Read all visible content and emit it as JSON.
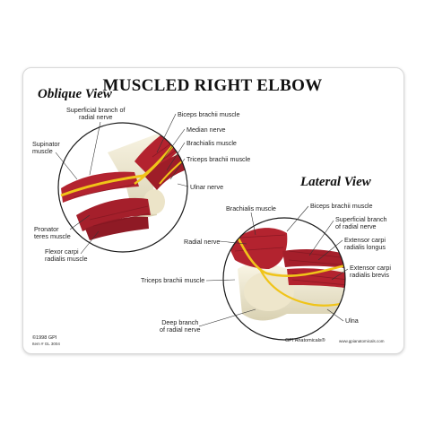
{
  "title": "MUSCLED RIGHT ELBOW",
  "oblique": {
    "heading": "Oblique View",
    "labels": {
      "superficial_branch": "Superficial branch of\nradial nerve",
      "biceps": "Biceps brachii muscle",
      "median_nerve": "Median nerve",
      "brachialis": "Brachialis muscle",
      "triceps": "Triceps brachii muscle",
      "supinator": "Supinator\nmuscle",
      "ulnar_nerve": "Ulnar nerve",
      "pronator": "Pronator\nteres muscle",
      "flexor": "Flexor carpi\nradialis muscle"
    }
  },
  "lateral": {
    "heading": "Lateral View",
    "labels": {
      "brachialis": "Brachialis muscle",
      "biceps": "Biceps brachii muscle",
      "superficial_branch": "Superficial branch\nof radial nerve",
      "radial_nerve": "Radial nerve",
      "ext_longus": "Extensor carpi\nradialis longus",
      "ext_brevis": "Extensor carpi\nradialis brevis",
      "triceps": "Triceps brachii muscle",
      "deep_branch": "Deep branch\nof radial nerve",
      "ulna": "Ulna"
    }
  },
  "footer": {
    "copyright": "©1998 GPI",
    "item_code": "Item # GL 3004",
    "brand": "GPI Anatomicals®",
    "website": "www.gpianatomicals.com"
  },
  "colors": {
    "muscle": "#b3232f",
    "muscle_dark": "#7d1520",
    "nerve": "#f0c419",
    "bone": "#efe9d2",
    "tendon": "#e9e3c9"
  }
}
